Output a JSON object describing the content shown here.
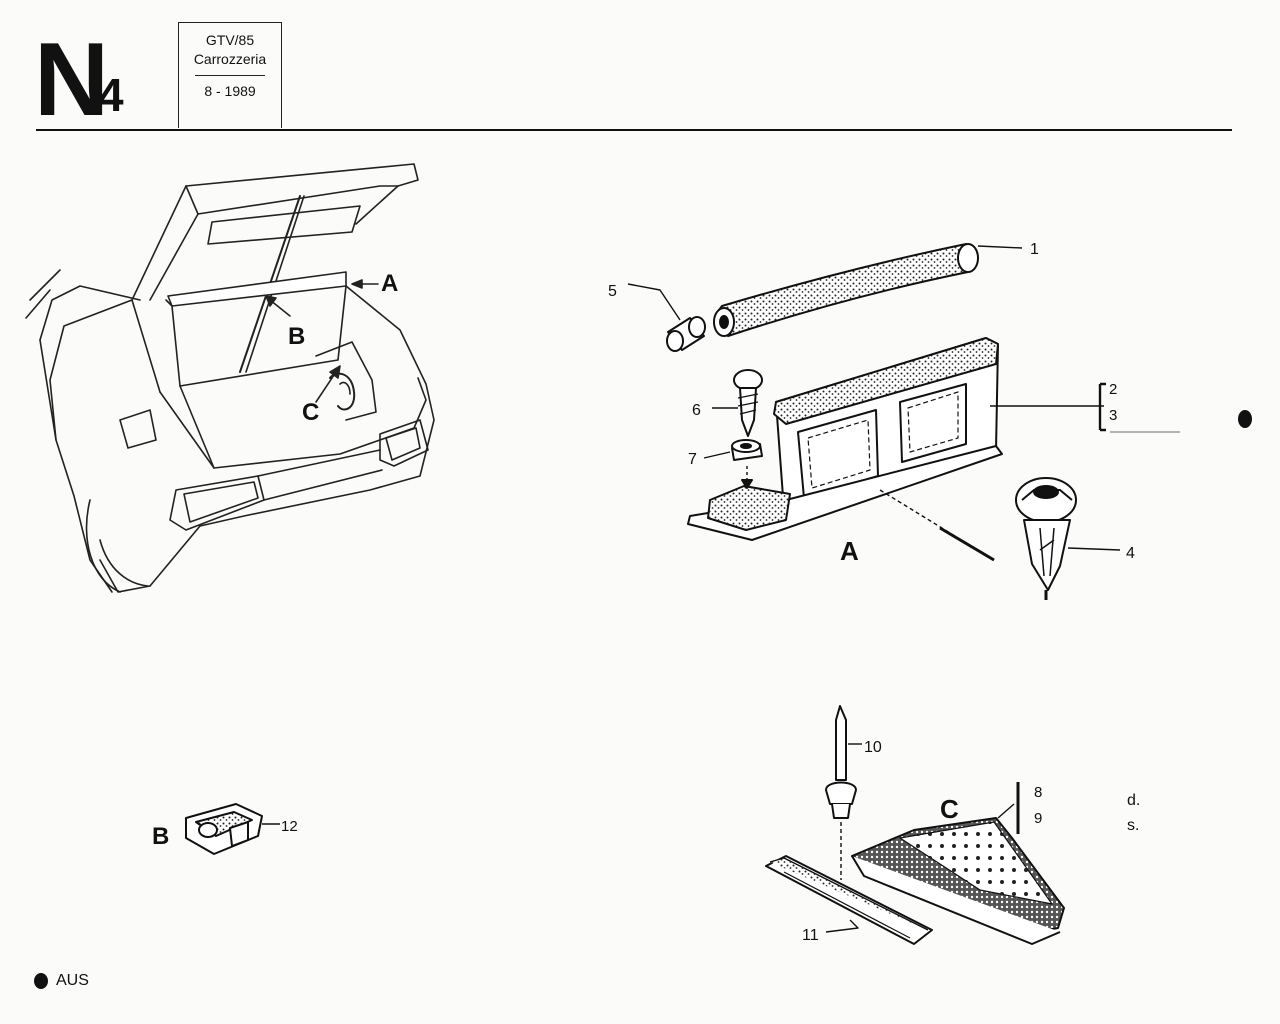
{
  "header": {
    "section_letter": "N",
    "section_number": "4",
    "model": "GTV/85",
    "group": "Carrozzeria",
    "date": "8 - 1989"
  },
  "legend": {
    "symbol": "bullet",
    "label": "AUS"
  },
  "side_notes": {
    "right": "d.",
    "left": "s."
  },
  "callouts": {
    "view_a": "A",
    "view_b": "B",
    "view_c": "C",
    "p1": "1",
    "p2": "2",
    "p3": "3",
    "p4": "4",
    "p5": "5",
    "p6": "6",
    "p7": "7",
    "p8": "8",
    "p9": "9",
    "p10": "10",
    "p11": "11",
    "p12": "12"
  }
}
